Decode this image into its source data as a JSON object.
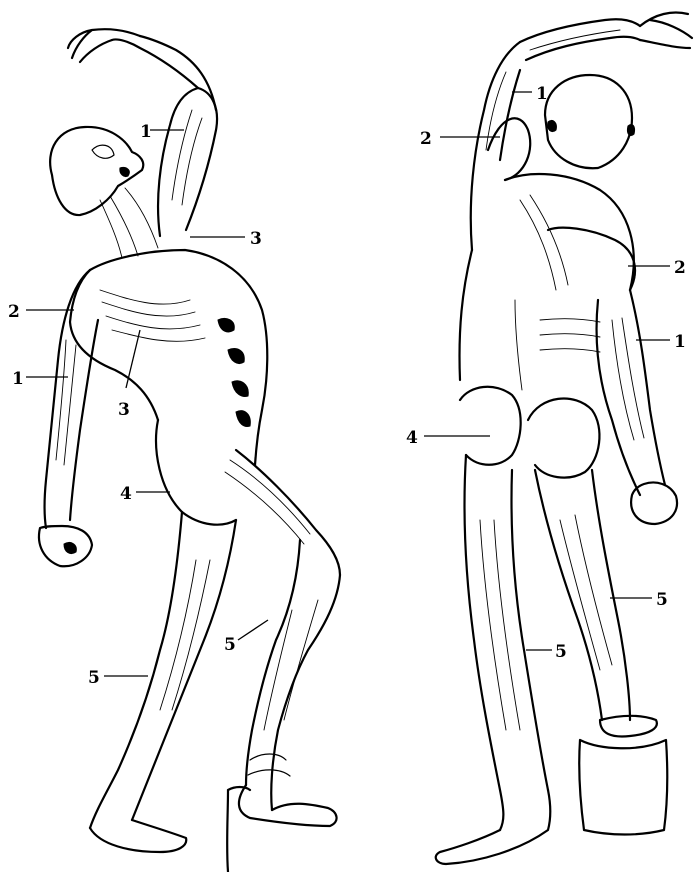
{
  "left_figure": {
    "labels": [
      "1",
      "3",
      "2",
      "1",
      "3",
      "4",
      "5",
      "5"
    ]
  },
  "right_figure": {
    "labels": [
      "1",
      "2",
      "2",
      "1",
      "4",
      "5",
      "5"
    ]
  },
  "colors": {
    "ink": "#000000",
    "paper": "#ffffff"
  }
}
